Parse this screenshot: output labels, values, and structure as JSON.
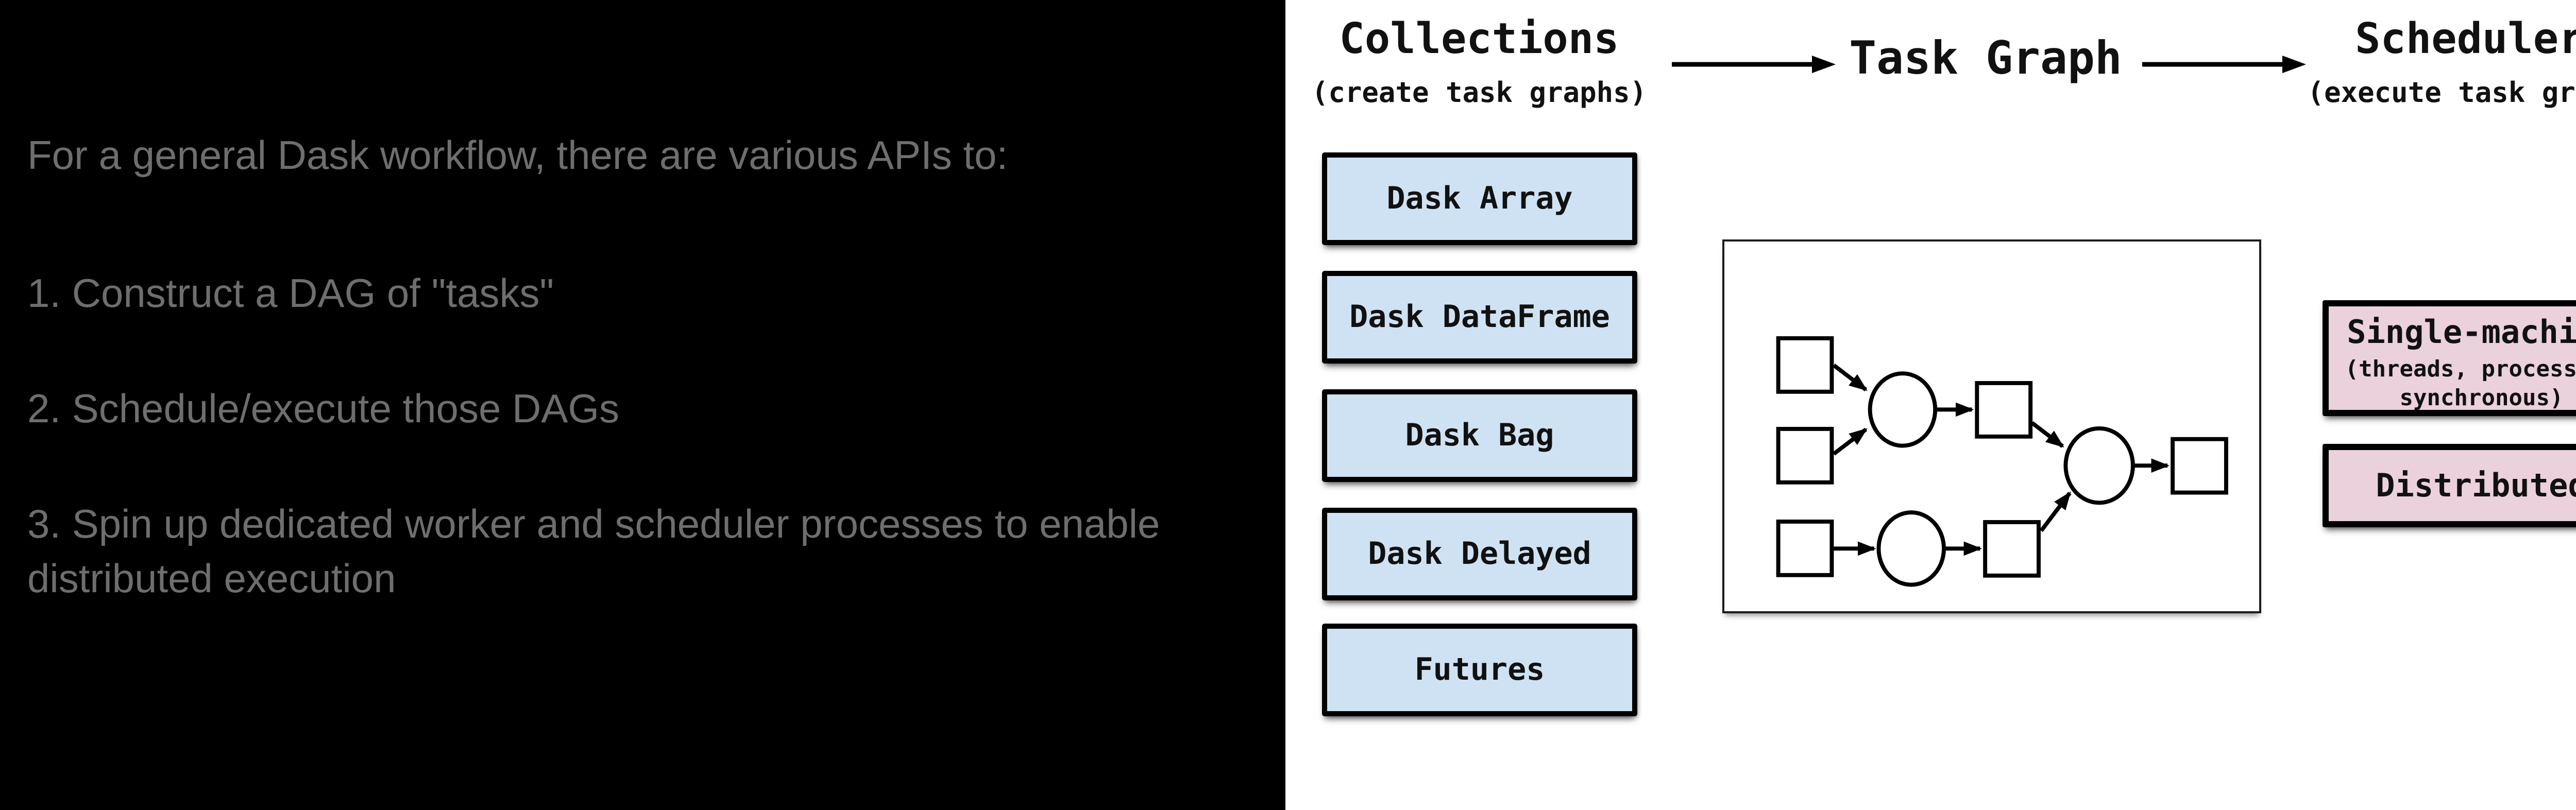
{
  "left_panel": {
    "intro": "For a general Dask workflow, there are various APIs to:",
    "item1": "1. Construct a DAG of \"tasks\"",
    "item2": "2. Schedule/execute those DAGs",
    "item3_line1": "3. Spin up dedicated worker and scheduler processes to enable",
    "item3_line2": "distributed execution"
  },
  "flow_headers": {
    "collections": {
      "title": "Collections",
      "subtitle": "(create task graphs)"
    },
    "task_graph": {
      "title": "Task Graph"
    },
    "schedulers": {
      "title": "Schedulers",
      "subtitle": "(execute task graphs)"
    }
  },
  "collections": {
    "boxes": [
      {
        "label": "Dask Array"
      },
      {
        "label": "Dask DataFrame"
      },
      {
        "label": "Dask Bag"
      },
      {
        "label": "Dask Delayed"
      },
      {
        "label": "Futures"
      }
    ]
  },
  "schedulers": {
    "single_machine": {
      "title": "Single-machine",
      "subtitle_line1": "(threads, processes,",
      "subtitle_line2": "synchronous)"
    },
    "distributed": {
      "title": "Distributed"
    }
  },
  "icons": {
    "flow_arrow_1": "right-arrow",
    "flow_arrow_2": "right-arrow"
  },
  "colors": {
    "left_panel_bg": "#000000",
    "left_panel_text": "#6e6e6e",
    "diagram_bg": "#ffffff",
    "collection_fill": "#cfe2f3",
    "scheduler_fill": "#ead1dc",
    "node_stroke": "#000000"
  }
}
